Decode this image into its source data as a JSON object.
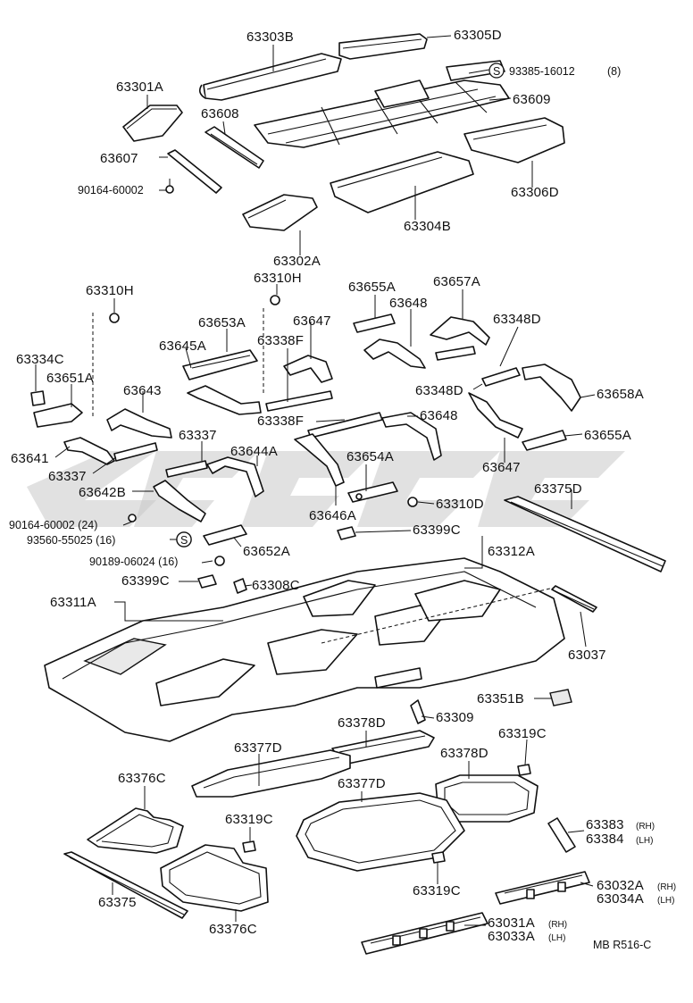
{
  "diagram": {
    "reference": "MB R516-C",
    "part_labels": {
      "p63303B": "63303B",
      "p63305D": "63305D",
      "p93385": "93385-16012",
      "p93385_qty": "(8)",
      "p63301A": "63301A",
      "p63608": "63608",
      "p63609": "63609",
      "p63607": "63607",
      "p90164a": "90164-60002",
      "p63306D": "63306D",
      "p63304B": "63304B",
      "p63302A": "63302A",
      "p63310H_a": "63310H",
      "p63310H_b": "63310H",
      "p63655A_a": "63655A",
      "p63657A": "63657A",
      "p63653A": "63653A",
      "p63647_a": "63647",
      "p63648_a": "63648",
      "p63348D_a": "63348D",
      "p63334C": "63334C",
      "p63645A": "63645A",
      "p63338F_a": "63338F",
      "p63651A": "63651A",
      "p63643": "63643",
      "p63348D_b": "63348D",
      "p63658A": "63658A",
      "p63338F_b": "63338F",
      "p63648_b": "63648",
      "p63655A_b": "63655A",
      "p63641": "63641",
      "p63337_a": "63337",
      "p63644A": "63644A",
      "p63647_b": "63647",
      "p63337_b": "63337",
      "p63654A": "63654A",
      "p63375D": "63375D",
      "p63642B": "63642B",
      "p63646A": "63646A",
      "p63310D": "63310D",
      "p90164b": "90164-60002 (24)",
      "p93560": "93560-55025 (16)",
      "p63652A": "63652A",
      "p63399C_a": "63399C",
      "p63312A": "63312A",
      "p90189": "90189-06024 (16)",
      "p63399C_b": "63399C",
      "p63308C": "63308C",
      "p63311A": "63311A",
      "p63037": "63037",
      "p63351B": "63351B",
      "p63309": "63309",
      "p63378D_a": "63378D",
      "p63319C_a": "63319C",
      "p63377D_a": "63377D",
      "p63378D_b": "63378D",
      "p63376C_a": "63376C",
      "p63377D_b": "63377D",
      "p63319C_b": "63319C",
      "p63383": "63383",
      "p63383_side": "(RH)",
      "p63384": "63384",
      "p63384_side": "(LH)",
      "p63319C_c": "63319C",
      "p63032A": "63032A",
      "p63032A_side": "(RH)",
      "p63034A": "63034A",
      "p63034A_side": "(LH)",
      "p63375": "63375",
      "p63376C_b": "63376C",
      "p63031A": "63031A",
      "p63031A_side": "(RH)",
      "p63033A": "63033A",
      "p63033A_side": "(LH)"
    },
    "symbol_s": "S"
  }
}
